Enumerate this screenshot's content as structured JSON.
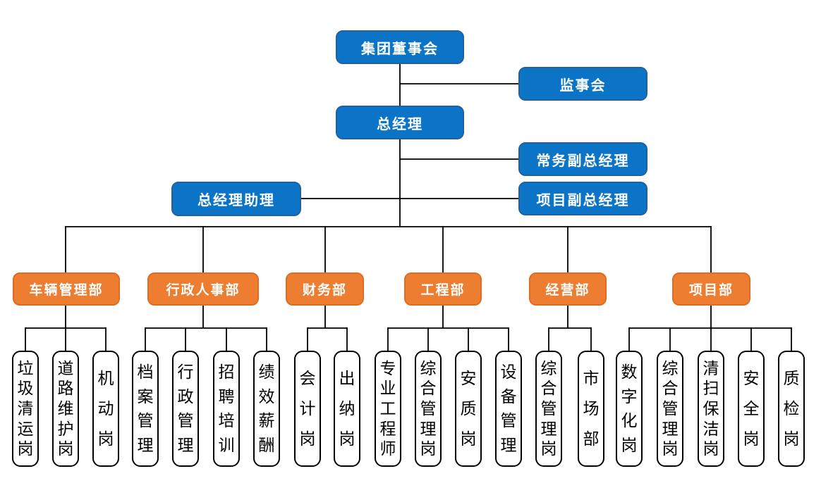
{
  "chart": {
    "nodes": {
      "board": "集团董事会",
      "supervisory": "监事会",
      "general_manager": "总经理",
      "executive_deputy_gm": "常务副总经理",
      "gm_assistant": "总经理助理",
      "project_deputy_gm": "项目副总经理"
    },
    "departments": [
      {
        "name": "车辆管理部",
        "posts": [
          "垃圾清运岗",
          "道路维护岗",
          "机动岗"
        ]
      },
      {
        "name": "行政人事部",
        "posts": [
          "档案管理",
          "行政管理",
          "招聘培训",
          "绩效薪酬"
        ]
      },
      {
        "name": "财务部",
        "posts": [
          "会计岗",
          "出纳岗"
        ]
      },
      {
        "name": "工程部",
        "posts": [
          "专业工程师",
          "综合管理岗",
          "安质岗",
          "设备管理"
        ]
      },
      {
        "name": "经营部",
        "posts": [
          "综合管理岗",
          "市场部"
        ]
      },
      {
        "name": "项目部",
        "posts": [
          "数字化岗",
          "综合管理岗",
          "清扫保洁岗",
          "安全岗",
          "质检岗"
        ]
      }
    ]
  },
  "colors": {
    "executive_fill": "#0b74c6",
    "executive_border": "#25609e",
    "department_fill": "#ed7d31",
    "department_border": "#e06c22",
    "post_fill": "#ffffff",
    "post_border": "#000000",
    "connector": "#000000",
    "label_text": "#ffffff",
    "post_text": "#000000"
  }
}
